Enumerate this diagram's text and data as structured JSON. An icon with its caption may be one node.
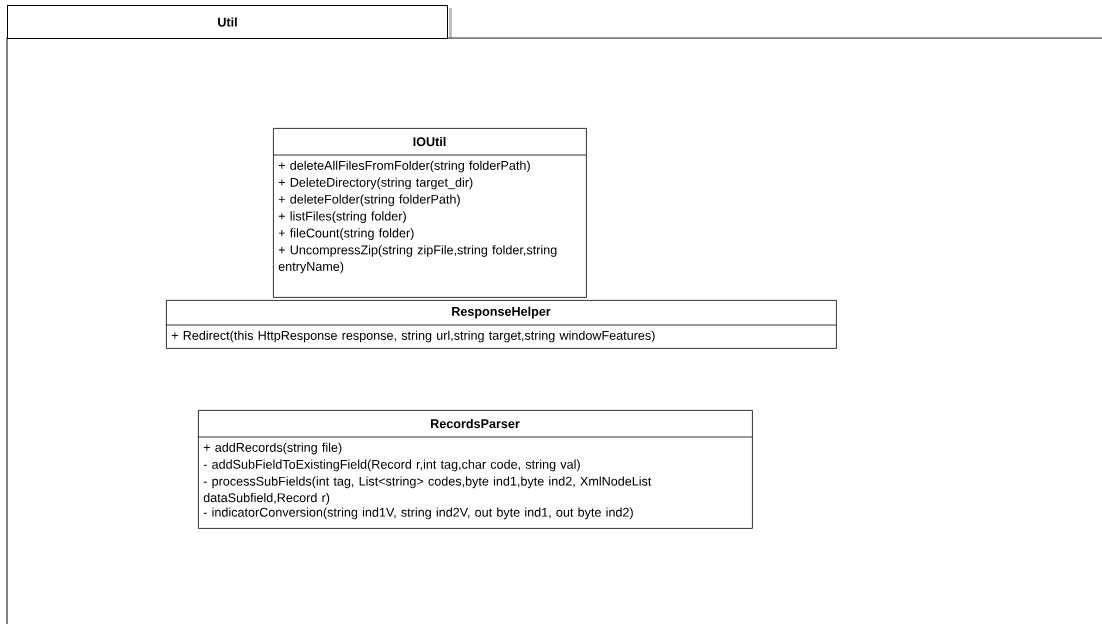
{
  "diagram": {
    "nodes": [
      {
        "text": [
          "Util"
        ]
      },
      {
        "text": [
          "IOUtil",
          "+ deleteAllFilesFromFolder(string folderPath)",
          "+ DeleteDirectory(string target_dir)",
          "+ deleteFolder(string folderPath)",
          "+ listFiles(string folder)",
          "+ fileCount(string folder)",
          "+ UncompressZip(string zipFile,string folder,string entryName)"
        ],
        "in": 0
      },
      {
        "text": [
          "ResponseHelper",
          "+ Redirect(this HttpResponse response, string url,string target,string windowFeatures)"
        ],
        "in": 0
      },
      {
        "text": [
          "RecordsParser",
          "+ addRecords(string file)",
          "- addSubFieldToExistingField(Record r,int tag,char code, string val)",
          "- processSubFields(int tag, List<string> codes,byte ind1,byte ind2, XmlNodeList dataSubfield,Record r)",
          "- indicatorConversion(string ind1V, string ind2V, out byte ind1, out byte ind2)"
        ],
        "in": 0
      }
    ]
  }
}
